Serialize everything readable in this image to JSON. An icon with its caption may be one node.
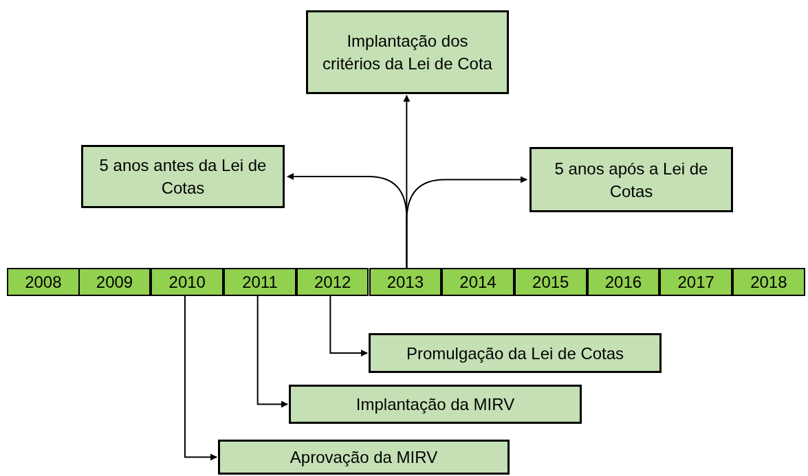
{
  "diagram": {
    "nodes": [
      {
        "text": [
          "Implantação dos critérios da Lei de Cota"
        ]
      },
      {
        "text": [
          "5 anos antes da Lei de Cotas"
        ]
      },
      {
        "text": [
          "5 anos após a Lei de Cotas"
        ]
      },
      {
        "text": [
          "2008"
        ]
      },
      {
        "text": [
          "2009"
        ]
      },
      {
        "text": [
          "2010"
        ]
      },
      {
        "text": [
          "2011"
        ]
      },
      {
        "text": [
          "2012"
        ]
      },
      {
        "text": [
          "2013"
        ]
      },
      {
        "text": [
          "2014"
        ]
      },
      {
        "text": [
          "2015"
        ]
      },
      {
        "text": [
          "2016"
        ]
      },
      {
        "text": [
          "2017"
        ]
      },
      {
        "text": [
          "2018"
        ]
      },
      {
        "text": [
          "Promulgação da Lei de Cotas"
        ]
      },
      {
        "text": [
          "Implantação da MIRV"
        ]
      },
      {
        "text": [
          "Aprovação da MIRV"
        ]
      }
    ],
    "edges": [
      {
        "from": 8,
        "to": 0,
        "arrow": "to"
      },
      {
        "from": 8,
        "to": 1,
        "arrow": "to"
      },
      {
        "from": 8,
        "to": 2,
        "arrow": "to"
      },
      {
        "from": 7,
        "to": 14,
        "arrow": "to"
      },
      {
        "from": 6,
        "to": 15,
        "arrow": "to"
      },
      {
        "from": 5,
        "to": 16,
        "arrow": "to"
      }
    ]
  }
}
